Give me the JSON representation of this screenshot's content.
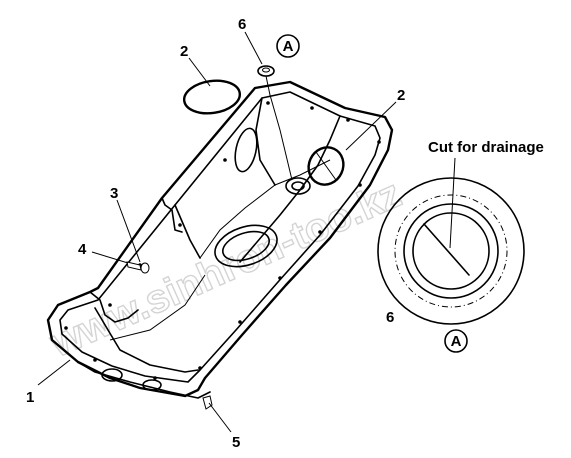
{
  "watermark": "www.sinhron-too.kz",
  "detail_view_label": "A",
  "detail_note": "Cut for drainage",
  "callouts": {
    "c1": "1",
    "c2a": "2",
    "c2b": "2",
    "c3": "3",
    "c4": "4",
    "c5": "5",
    "c6a": "6",
    "c6b": "6",
    "cA1": "A",
    "cA2": "A"
  }
}
